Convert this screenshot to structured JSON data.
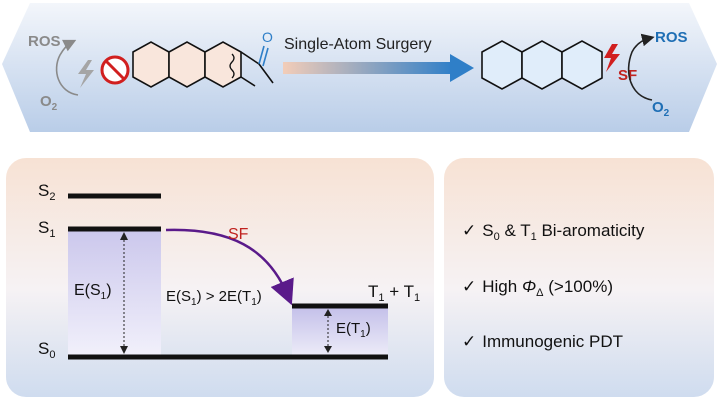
{
  "banner": {
    "arrow_label": "Single-Atom Surgery",
    "left_ros": "ROS",
    "left_o2": "O",
    "left_o2_sub": "2",
    "carbonyl_o": "O",
    "right_ros": "ROS",
    "right_sf": "SF",
    "right_o2": "O",
    "right_o2_sub": "2"
  },
  "energy_diagram": {
    "s2": "S",
    "s2_sub": "2",
    "s1": "S",
    "s1_sub": "1",
    "s0": "S",
    "s0_sub": "0",
    "es1_prefix": "E(S",
    "es1_sub": "1",
    "es1_suffix": ")",
    "sf_label": "SF",
    "cond_a": "E(S",
    "cond_a_sub": "1",
    "cond_b": ") > 2E(T",
    "cond_b_sub": "1",
    "cond_c": ")",
    "t1_pair_a": "T",
    "t1_pair_a_sub": "1",
    "t1_pair_mid": " + T",
    "t1_pair_b_sub": "1",
    "et1_prefix": "E(T",
    "et1_sub": "1",
    "et1_suffix": ")"
  },
  "features": {
    "check": "✓",
    "item1_a": "S",
    "item1_a_sub": "0",
    "item1_b": " & T",
    "item1_b_sub": "1",
    "item1_c": " Bi-aromaticity",
    "item2_a": "High ",
    "item2_phi": "Φ",
    "item2_phi_sub": "Δ",
    "item2_c": " (>100%)",
    "item3": "Immunogenic PDT"
  },
  "colors": {
    "sf_red": "#c0221f",
    "ros_blue": "#1f6fb5",
    "arrow_blue": "#2f7fc8",
    "purple": "#5a1a8a",
    "gray": "#8a8a8a"
  }
}
